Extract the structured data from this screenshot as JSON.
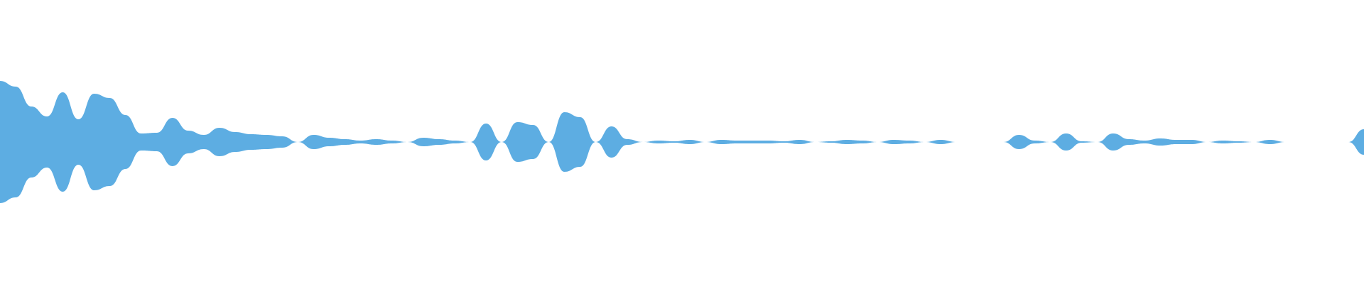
{
  "waveform": {
    "color": "#5DADE2",
    "amplitudes": [
      0.86,
      0.78,
      0.5,
      0.36,
      0.7,
      0.32,
      0.68,
      0.62,
      0.38,
      0.12,
      0.13,
      0.34,
      0.16,
      0.1,
      0.2,
      0.14,
      0.11,
      0.1,
      0.08,
      0.0,
      0.1,
      0.06,
      0.04,
      0.02,
      0.04,
      0.02,
      0.0,
      0.06,
      0.04,
      0.02,
      0.0,
      0.26,
      0.0,
      0.28,
      0.24,
      0.0,
      0.42,
      0.35,
      0.0,
      0.22,
      0.04,
      0.0,
      0.02,
      0.01,
      0.03,
      0.0,
      0.03,
      0.02,
      0.02,
      0.02,
      0.01,
      0.03,
      0.0,
      0.01,
      0.03,
      0.02,
      0.0,
      0.03,
      0.02,
      0.0,
      0.03,
      0.0,
      0.0,
      0.0,
      0.0,
      0.1,
      0.02,
      0.0,
      0.12,
      0.01,
      0.0,
      0.12,
      0.04,
      0.02,
      0.05,
      0.03,
      0.03,
      0.0,
      0.02,
      0.01,
      0.0,
      0.03,
      0.0,
      0.0,
      0.0,
      0.0,
      0.0,
      0.18
    ]
  }
}
